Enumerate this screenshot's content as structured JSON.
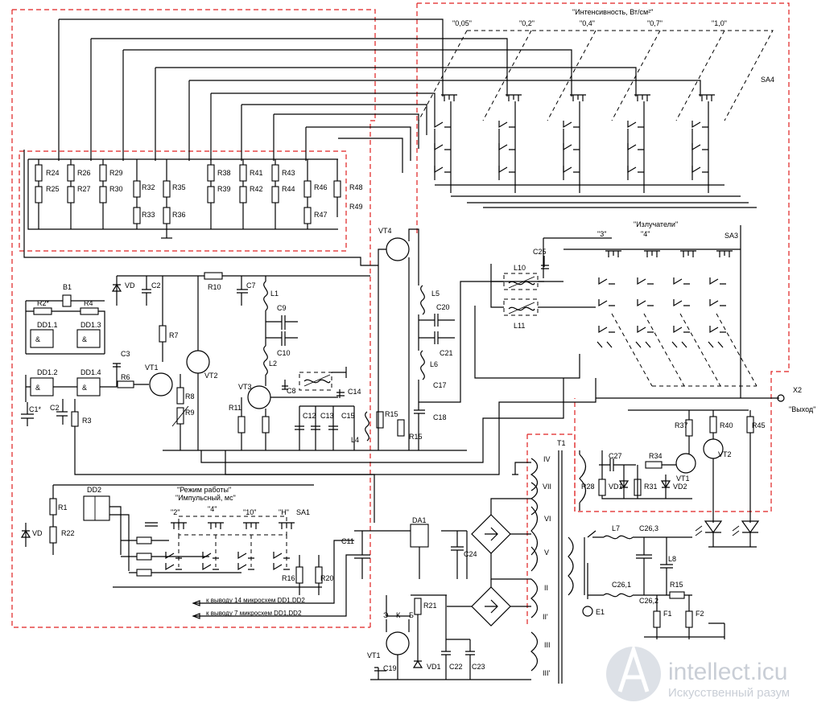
{
  "labels": {
    "intensity_title": "\"Интенсивность, Вт/см²\"",
    "intensity_levels": [
      "\"0,05\"",
      "\"0,2\"",
      "\"0,4\"",
      "\"0,7\"",
      "\"1,0\""
    ],
    "sa4": "SA4",
    "emitters_title": "\"Излучатели\"",
    "emitter_3": "\"3\"",
    "emitter_4": "\"4\"",
    "sa3": "SA3",
    "output_connector": "X2",
    "output_label": "\"Выход\"",
    "mode_title": "\"Режим работы\"",
    "mode_subtitle": "\"Импульсный, мс\"",
    "mode_positions": [
      "\"2\"",
      "\"4\"",
      "\"10\"",
      "\"Н\""
    ],
    "sa1": "SA1",
    "note_pin14": "к выводу 14 микросхем DD1,DD2",
    "note_pin7": "к выводу 7 микросхем DD1,DD2",
    "transistor_pins": [
      "Э",
      "К",
      "Б"
    ],
    "transformer": "T1",
    "windings": [
      "IV",
      "VII",
      "VI",
      "V",
      "II",
      "II'",
      "III",
      "III'"
    ]
  },
  "resistors_top": [
    "R24",
    "R25",
    "R26",
    "R27",
    "R29",
    "R30",
    "R32",
    "R33",
    "R35",
    "R36",
    "R38",
    "R39",
    "R41",
    "R42",
    "R43",
    "R44",
    "R46",
    "R47",
    "R48",
    "R49"
  ],
  "components": [
    "B1",
    "R2*",
    "R4",
    "DD1.1",
    "DD1.3",
    "DD1.2",
    "DD1.4",
    "C1*",
    "C2",
    "R3",
    "C3",
    "R6",
    "VD",
    "C2",
    "R10",
    "R7",
    "VT1",
    "VT2",
    "R8",
    "R9",
    "C7",
    "L1",
    "C9",
    "C10",
    "L2",
    "VT3",
    "R11",
    "C8",
    "C14",
    "C12",
    "C13",
    "C15",
    "L4",
    "R15",
    "R15",
    "VT4",
    "L5",
    "C20",
    "C21",
    "L6",
    "C17",
    "C18",
    "C25",
    "L10",
    "L11",
    "DD2",
    "R1",
    "R22",
    "VD",
    "R16",
    "R20",
    "C11",
    "DA1",
    "C24",
    "R21",
    "VT1",
    "VD1",
    "C19",
    "C22",
    "C23",
    "C27",
    "R34",
    "VT1",
    "VT2",
    "R28",
    "VD1",
    "R31",
    "VD2",
    "R37",
    "R40",
    "R45",
    "L7",
    "C26,1",
    "C26,3",
    "L8",
    "C26,2",
    "R15",
    "E1",
    "F1",
    "F2"
  ],
  "watermark": {
    "logo": "intellect.icu",
    "tagline": "Искусственный разум"
  }
}
